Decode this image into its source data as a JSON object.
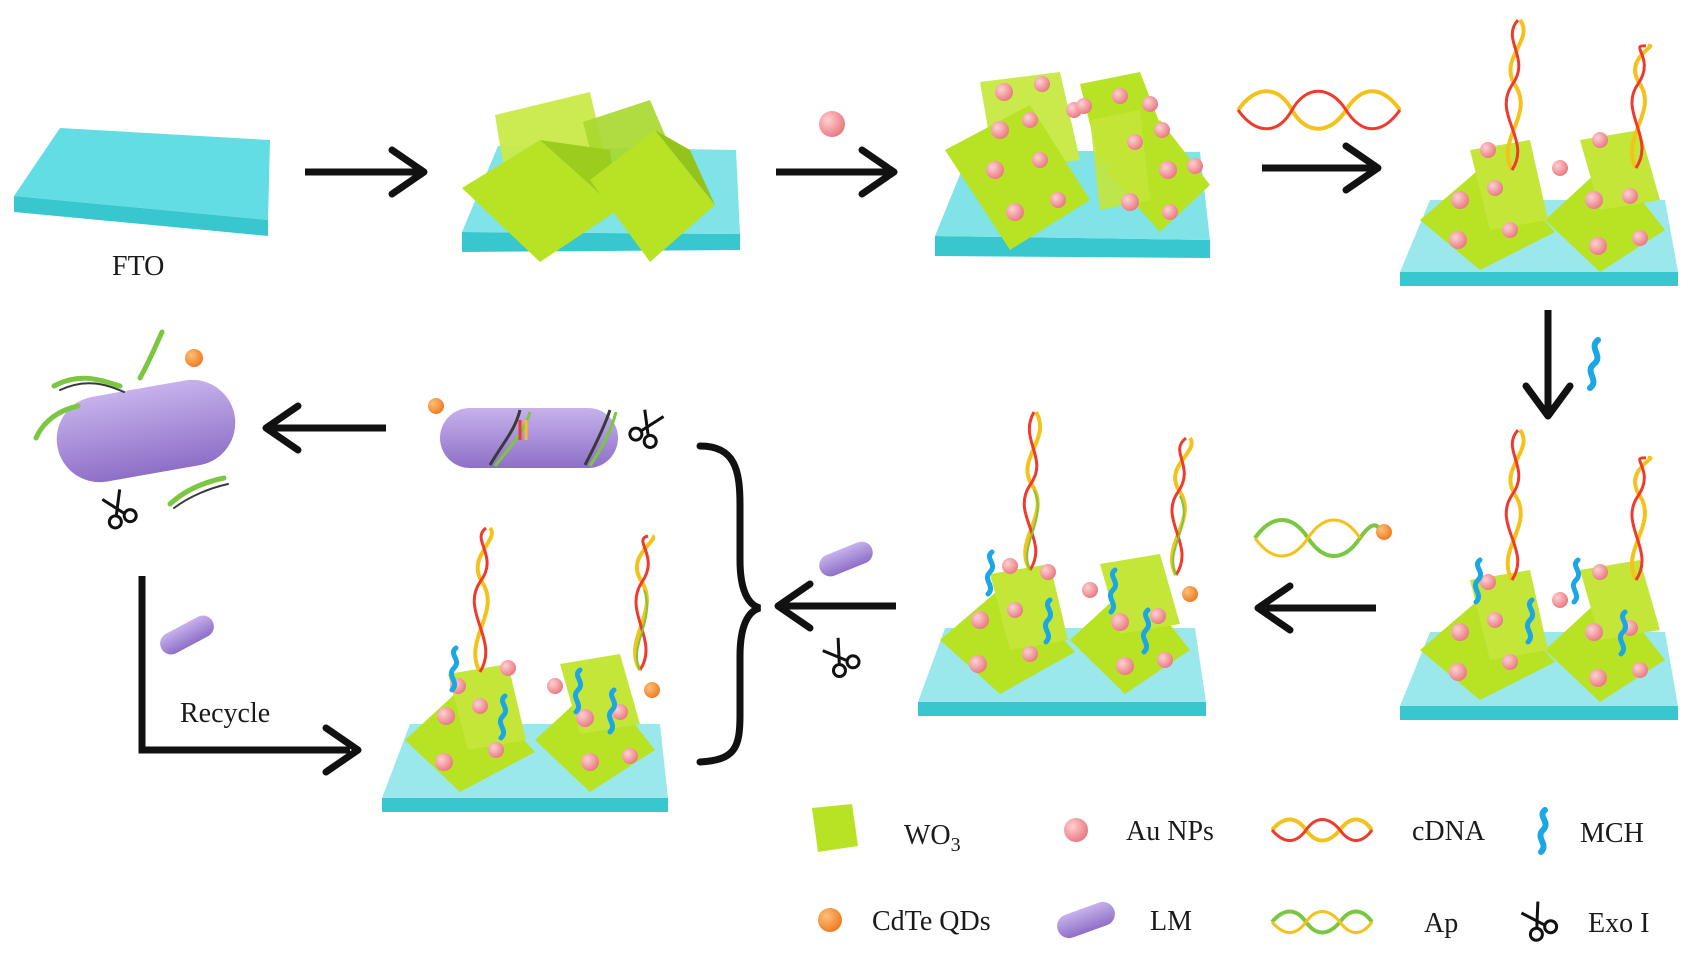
{
  "labels": {
    "fto": "FTO",
    "recycle": "Recycle"
  },
  "legend": {
    "wo3": {
      "base": "WO",
      "sub": "3"
    },
    "au": "Au NPs",
    "cdna": "cDNA",
    "mch": "MCH",
    "cdte": "CdTe QDs",
    "lm": "LM",
    "ap": "Ap",
    "exo": "Exo I"
  },
  "colors": {
    "substrate_top": "#62dde3",
    "substrate_side": "#38c6cf",
    "wo3": "#b7e324",
    "wo3_dark": "#8cc21a",
    "au": "#f29a9e",
    "cdte": "#f38a2d",
    "lm": "#a88ad8",
    "mch": "#1ba7e6",
    "arrow": "#111111"
  }
}
